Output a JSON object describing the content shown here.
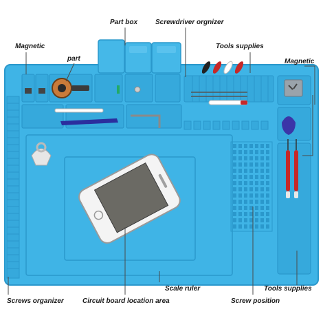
{
  "labels": {
    "part_box": "Part box",
    "screwdriver_organizer": "Screwdriver orgnizer",
    "magnetic_left": "Magnetic",
    "part": "part",
    "tools_supplies_top": "Tools supplies",
    "magnetic_right": "Magnetic",
    "screws_organizer": "Screws organizer",
    "circuit_board_location_area": "Circuit board location area",
    "scale_ruler": "Scale ruler",
    "screw_position": "Screw position",
    "tools_supplies_bottom": "Tools supplies"
  },
  "colors": {
    "mat": "#3fb4e6",
    "mat_dark": "#2a98cc",
    "mat_light": "#63c6ef",
    "slot": "#36a9dc",
    "pointer": "#4a4a4a",
    "label_text": "#1a1a1a"
  }
}
